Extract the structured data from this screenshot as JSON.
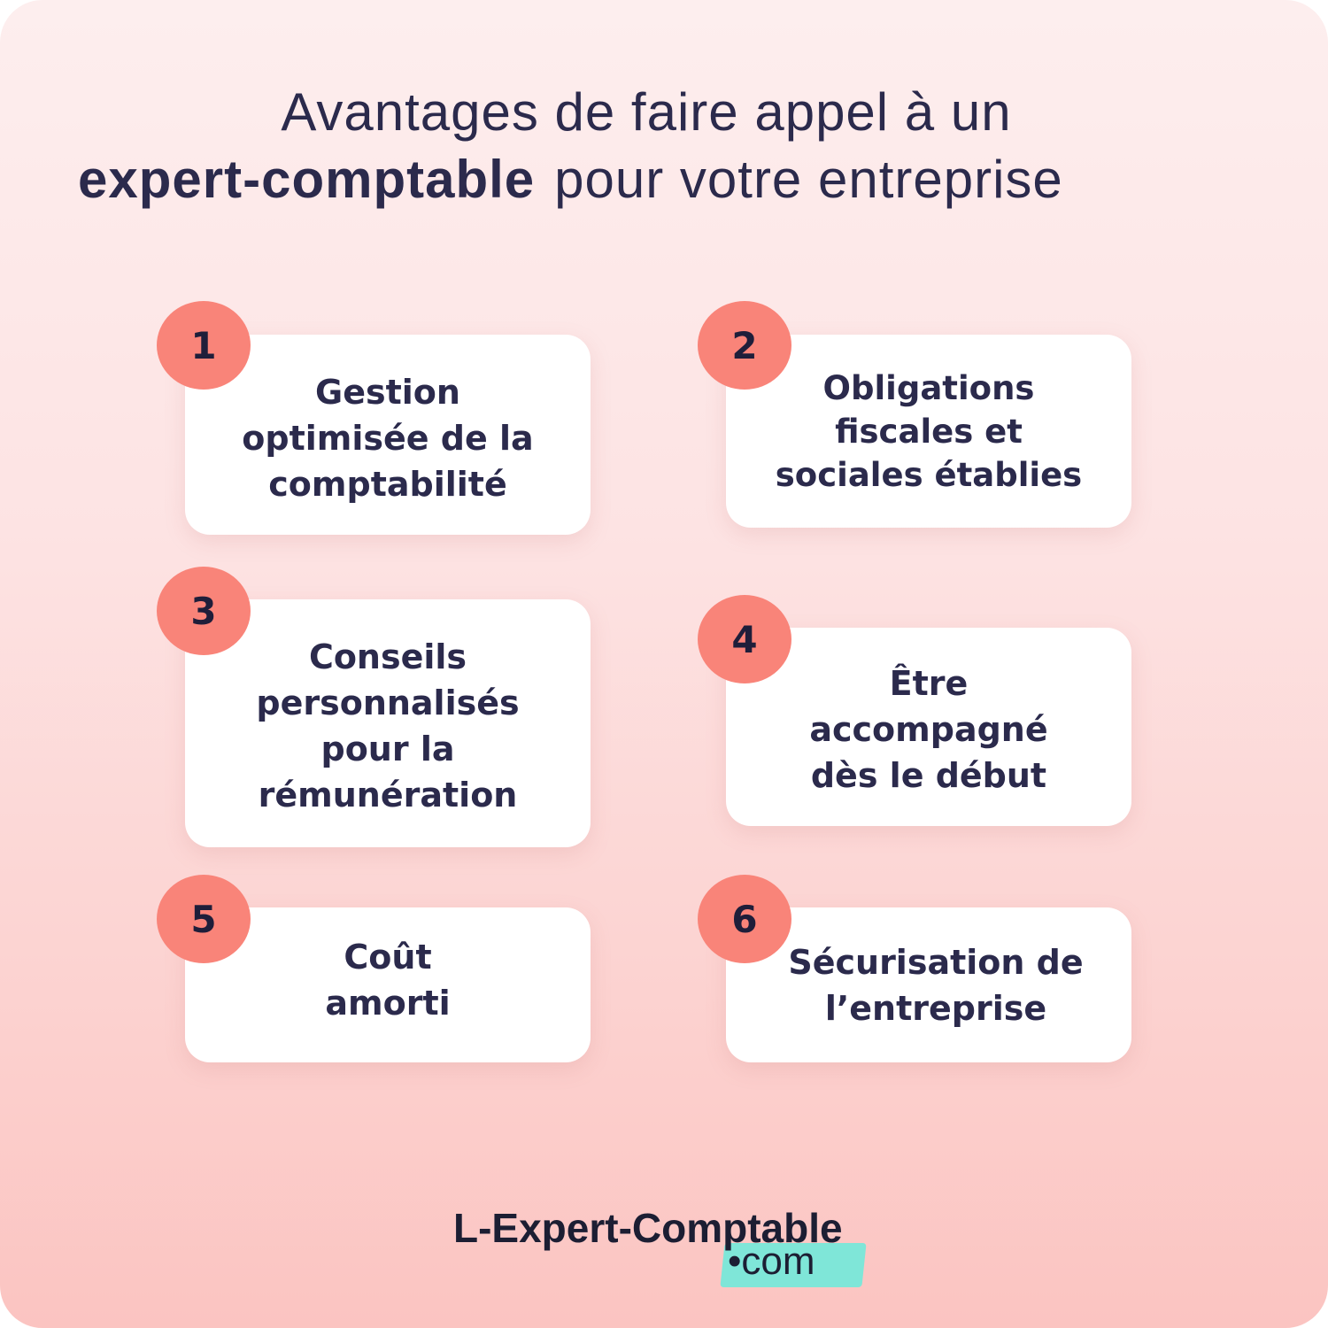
{
  "title": {
    "line1": "Avantages de faire appel à un",
    "highlight": "expert-comptable",
    "rest": "pour votre entreprise"
  },
  "accent_color": "#f98479",
  "items": [
    {
      "number": "1",
      "lines": [
        "Gestion",
        "optimisée de la",
        "comptabilité"
      ]
    },
    {
      "number": "2",
      "lines": [
        "Obligations",
        "fiscales et",
        "sociales établies"
      ]
    },
    {
      "number": "3",
      "lines": [
        "Conseils",
        "personnalisés",
        "pour la",
        "rémunération"
      ]
    },
    {
      "number": "4",
      "lines": [
        "Être",
        "accompagné",
        "dès le début"
      ]
    },
    {
      "number": "5",
      "lines": [
        "Coût",
        "amorti"
      ]
    },
    {
      "number": "6",
      "lines": [
        "Sécurisation de",
        "l’entreprise"
      ]
    }
  ],
  "logo": {
    "name": "L-Expert-Comptable",
    "suffix": "•com"
  }
}
